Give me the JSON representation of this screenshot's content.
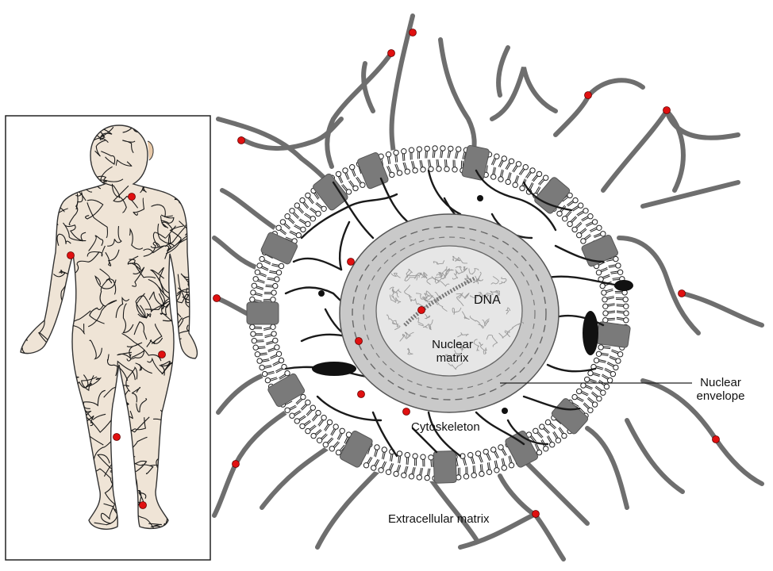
{
  "labels": {
    "dna": "DNA",
    "nuclear_matrix_line1": "Nuclear",
    "nuclear_matrix_line2": "matrix",
    "nuclear_envelope_line1": "Nuclear",
    "nuclear_envelope_line2": "envelope",
    "cytoskeleton": "Cytoskeleton",
    "extracellular_matrix": "Extracellular matrix"
  },
  "colors": {
    "fiber": "#6e6e6e",
    "cytoskeleton": "#1a1a1a",
    "nucleus_fill": "#c9c9c9",
    "nucleus_inner": "#e6e6e6",
    "receptor": "#7a7a7a",
    "marker": "#e01010",
    "skin": "#efe4d6"
  }
}
